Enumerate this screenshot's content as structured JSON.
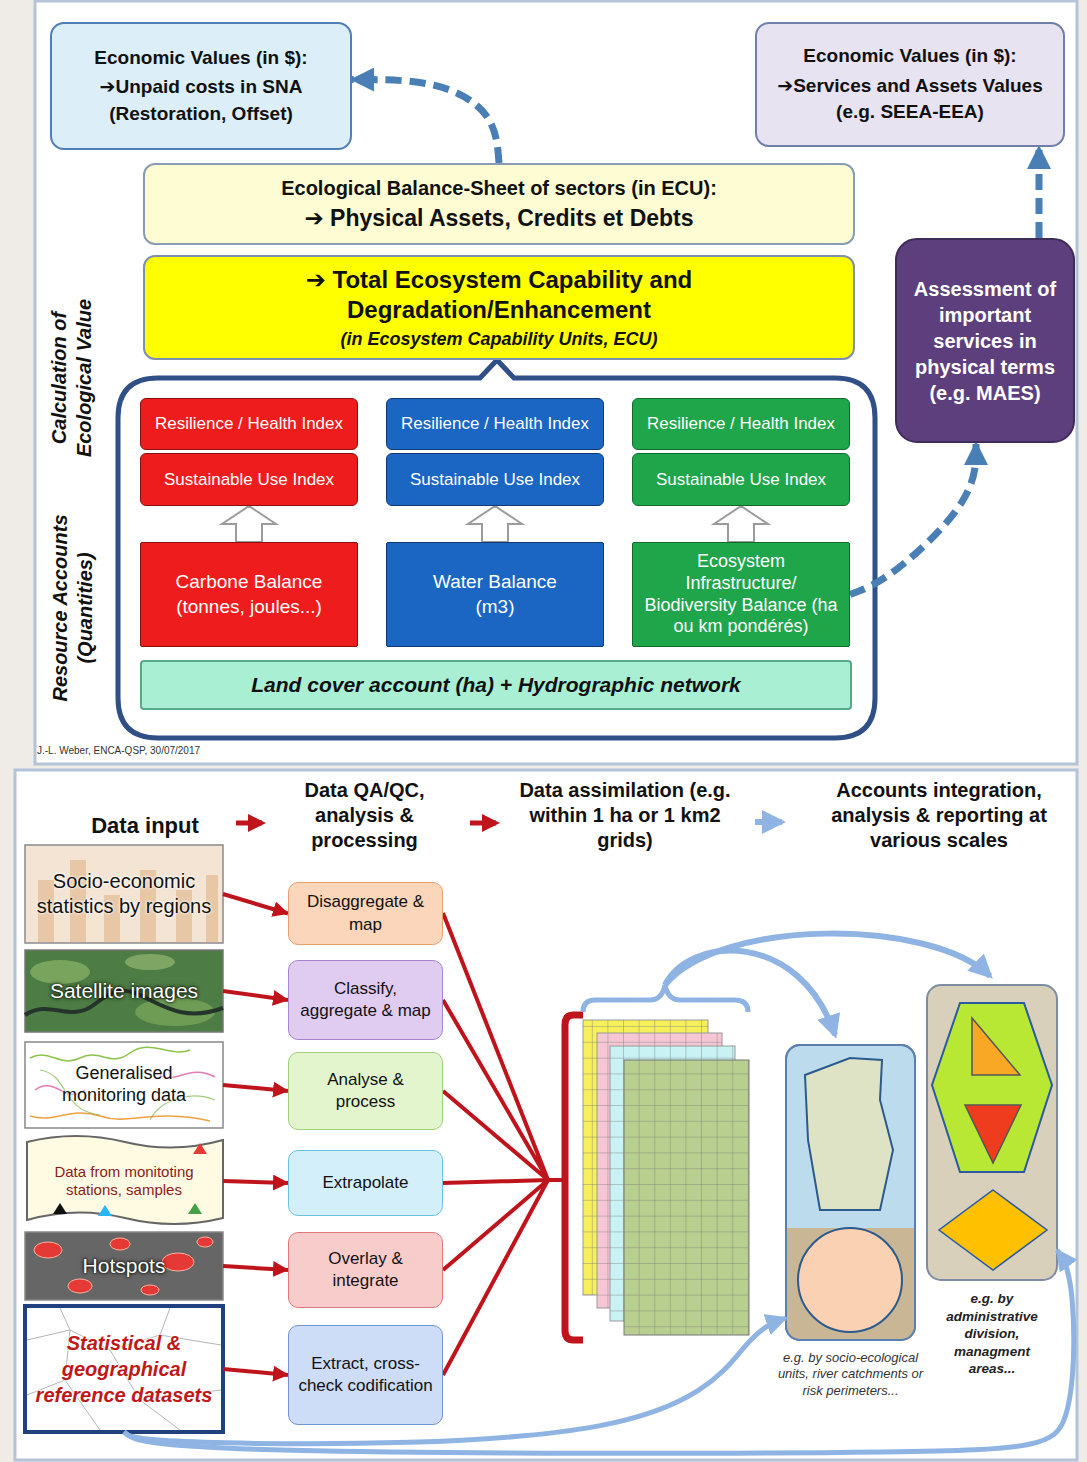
{
  "diagram": {
    "nodes": [
      {
        "text": [
          "Economic Values (in $):",
          "➔Unpaid costs in SNA (Restoration, Offset)"
        ]
      },
      {
        "text": [
          "Economic Values (in $):",
          "➔Services and Assets Values (e.g. SEEA-EEA)"
        ]
      },
      {
        "text": [
          "Ecological Balance-Sheet of sectors (in ECU):",
          "➔ Physical Assets, Credits et Debts"
        ]
      },
      {
        "text": [
          "➔ Total Ecosystem Capability and Degradation/Enhancement",
          "(in Ecosystem Capability Units, ECU)"
        ]
      },
      {
        "text": [
          "Assessment of important services in physical terms (e.g. MAES)"
        ]
      },
      {
        "text": [
          "Resilience / Health Index"
        ]
      },
      {
        "text": [
          "Resilience / Health Index"
        ]
      },
      {
        "text": [
          "Resilience / Health Index"
        ]
      },
      {
        "text": [
          "Sustainable Use Index"
        ]
      },
      {
        "text": [
          "Sustainable Use Index"
        ]
      },
      {
        "text": [
          "Sustainable Use Index"
        ]
      },
      {
        "text": [
          "Carbone Balance (tonnes, joules...)"
        ]
      },
      {
        "text": [
          "Water Balance (m3)"
        ]
      },
      {
        "text": [
          "Ecosystem Infrastructure/ Biodiversity Balance (ha ou km pondérés)"
        ]
      },
      {
        "text": [
          "Land cover account (ha) + Hydrographic network"
        ]
      },
      {
        "text": [
          "Socio-economic statistics by regions"
        ]
      },
      {
        "text": [
          "Satellite images"
        ]
      },
      {
        "text": [
          "Generalised monitoring data"
        ]
      },
      {
        "text": [
          "Data from monitoting stations, samples"
        ]
      },
      {
        "text": [
          "Hotspots"
        ]
      },
      {
        "text": [
          "Statistical & geographical reference datasets"
        ]
      },
      {
        "text": [
          "Disaggregate & map"
        ]
      },
      {
        "text": [
          "Classify, aggregate & map"
        ]
      },
      {
        "text": [
          "Analyse & process"
        ]
      },
      {
        "text": [
          "Extrapolate"
        ]
      },
      {
        "text": [
          "Overlay & integrate"
        ]
      },
      {
        "text": [
          "Extract, cross-check codification"
        ]
      },
      {
        "text": [
          "e.g. by socio-ecological units, river catchments or risk perimeters..."
        ]
      },
      {
        "text": [
          "e.g. by administrative division, managment areas..."
        ]
      }
    ],
    "edges": [
      {
        "from": 2,
        "to": 0,
        "arrow": "to"
      },
      {
        "from": 13,
        "to": 4,
        "arrow": "to"
      },
      {
        "from": 4,
        "to": 1,
        "arrow": "to"
      },
      {
        "from": 11,
        "to": 8,
        "arrow": "to"
      },
      {
        "from": 12,
        "to": 9,
        "arrow": "to"
      },
      {
        "from": 13,
        "to": 10,
        "arrow": "to"
      },
      {
        "from": 15,
        "to": 21,
        "arrow": "to"
      },
      {
        "from": 16,
        "to": 22,
        "arrow": "to"
      },
      {
        "from": 17,
        "to": 23,
        "arrow": "to"
      },
      {
        "from": 18,
        "to": 24,
        "arrow": "to"
      },
      {
        "from": 19,
        "to": 25,
        "arrow": "to"
      },
      {
        "from": 20,
        "to": 26,
        "arrow": "to"
      },
      {
        "from": 20,
        "to": 27,
        "arrow": "to"
      },
      {
        "from": 20,
        "to": 28,
        "arrow": "to"
      }
    ],
    "labels": [
      "Calculation of Ecological Value",
      "Resource Accounts (Quantities)",
      "J.-L. Weber, ENCA-QSP, 30/07/2017",
      "Data input",
      "Data QA/QC, analysis & processing",
      "Data assimilation (e.g. within 1 ha or 1 km2 grids)",
      "Accounts integration, analysis & reporting at various scales"
    ]
  }
}
